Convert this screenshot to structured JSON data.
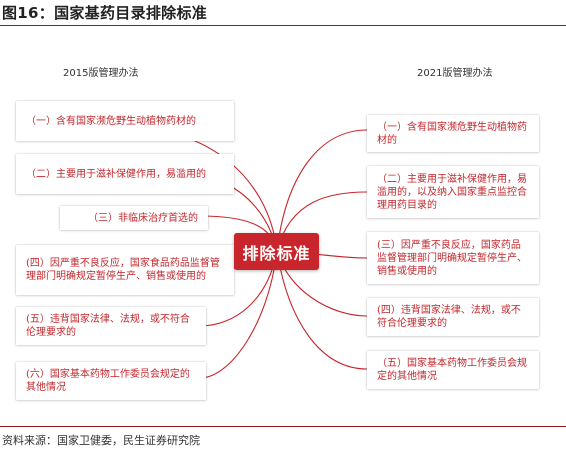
{
  "title": "图16：国家基药目录排除标准",
  "left_heading": "2015版管理办法",
  "right_heading": "2021版管理办法",
  "center_label": "排除标准",
  "left_items": [
    "（一）含有国家濒危野生动植物药材的",
    "（二）主要用于滋补保健作用，易滥用的",
    "（三）非临床治疗首选的",
    "(四）因严重不良反应，国家食品药品监督管理部门明确规定暂停生产、销售或使用的",
    "(五）违背国家法律、法规，或不符合伦理要求的",
    "(六）国家基本药物工作委员会规定的其他情况"
  ],
  "right_items": [
    "（一）含有国家濒危野生动植物药材的",
    "（二）主要用于滋补保健作用，易滥用的，以及纳入国家重点监控合理用药目录的",
    "(三）因严重不良反应，国家药品监督管理部门明确规定暂停生产、销售或使用的",
    "(四）违背国家法律、法规，或不符合伦理要求的",
    "（五）国家基本药物工作委员会规定的其他情况"
  ],
  "source": "资料来源：国家卫健委，民生证券研究院",
  "colors": {
    "accent": "#c8262c",
    "item_text": "#c2272d",
    "connector": "#c8262c",
    "rule": "#8a1d1d"
  }
}
